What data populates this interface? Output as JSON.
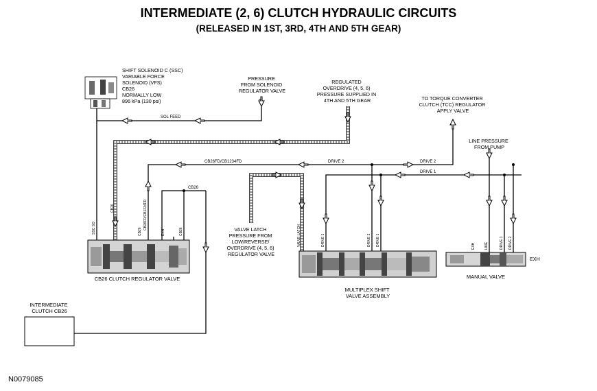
{
  "title": "INTERMEDIATE (2, 6) CLUTCH HYDRAULIC CIRCUITS",
  "subtitle": "(RELEASED IN 1ST, 3RD, 4TH AND 5TH GEAR)",
  "labels": {
    "ssc_lines": [
      "SHIFT SOLENOID C (SSC)",
      "VARIABLE FORCE",
      "SOLENOID (VFS)",
      "CB26",
      "NORMALLY LOW",
      "896 kPa (130 psi)"
    ],
    "pressure_solenoid_lines": [
      "PRESSURE",
      "FROM SOLENOID",
      "REGULATOR VALVE"
    ],
    "regulated_od_lines": [
      "REGULATED",
      "OVERDRIVE (4, 5, 6)",
      "PRESSURE SUPPLIED IN",
      "4TH AND 5TH GEAR"
    ],
    "tcc_lines": [
      "TO TORQUE CONVERTER",
      "CLUTCH (TCC) REGULATOR",
      "APPLY VALVE"
    ],
    "line_pressure_lines": [
      "LINE PRESSURE",
      "FROM PUMP"
    ],
    "valve_latch_lines": [
      "VALVE LATCH",
      "PRESSURE FROM",
      "LOW/REVERSE/",
      "OVERDRIVE (4, 5, 6)",
      "REGULATOR VALVE"
    ],
    "sol_feed": "SOL FEED",
    "cb26fd": "CB26FD/CB1234FD",
    "drive2_a": "DRIVE 2",
    "drive2_b": "DRIVE 2",
    "drive1": "DRIVE 1",
    "cb26": "CB26",
    "cb26_regulator_valve": "CB26 CLUTCH REGULATOR VALVE",
    "multiplex_lines": [
      "MULTIPLEX SHIFT",
      "VALVE ASSEMBLY"
    ],
    "manual_valve": "MANUAL VALVE",
    "intermediate_clutch_lines": [
      "INTERMEDIATE",
      "CLUTCH CB26"
    ],
    "exh": "EXH",
    "vertical": {
      "ssc_so": "SSC SO",
      "cb26_left": "CB26",
      "cb26fd_v": "CB26FD/CB1234FD",
      "cb26_mid": "CB26",
      "exh_v": "EXH",
      "cb26_right": "CB26",
      "valve_latch_v": "VALVE LATCH",
      "drive1_mp": "DRIVE 1",
      "drive2_mp": "DRIVE 2",
      "drive1_mp2": "DRIVE 1",
      "exh_mv": "EXH",
      "line_mv": "LINE",
      "drive1_mv": "DRIVE 1",
      "drive2_mv": "DRIVE 2"
    }
  },
  "doc_id": "N0079085"
}
